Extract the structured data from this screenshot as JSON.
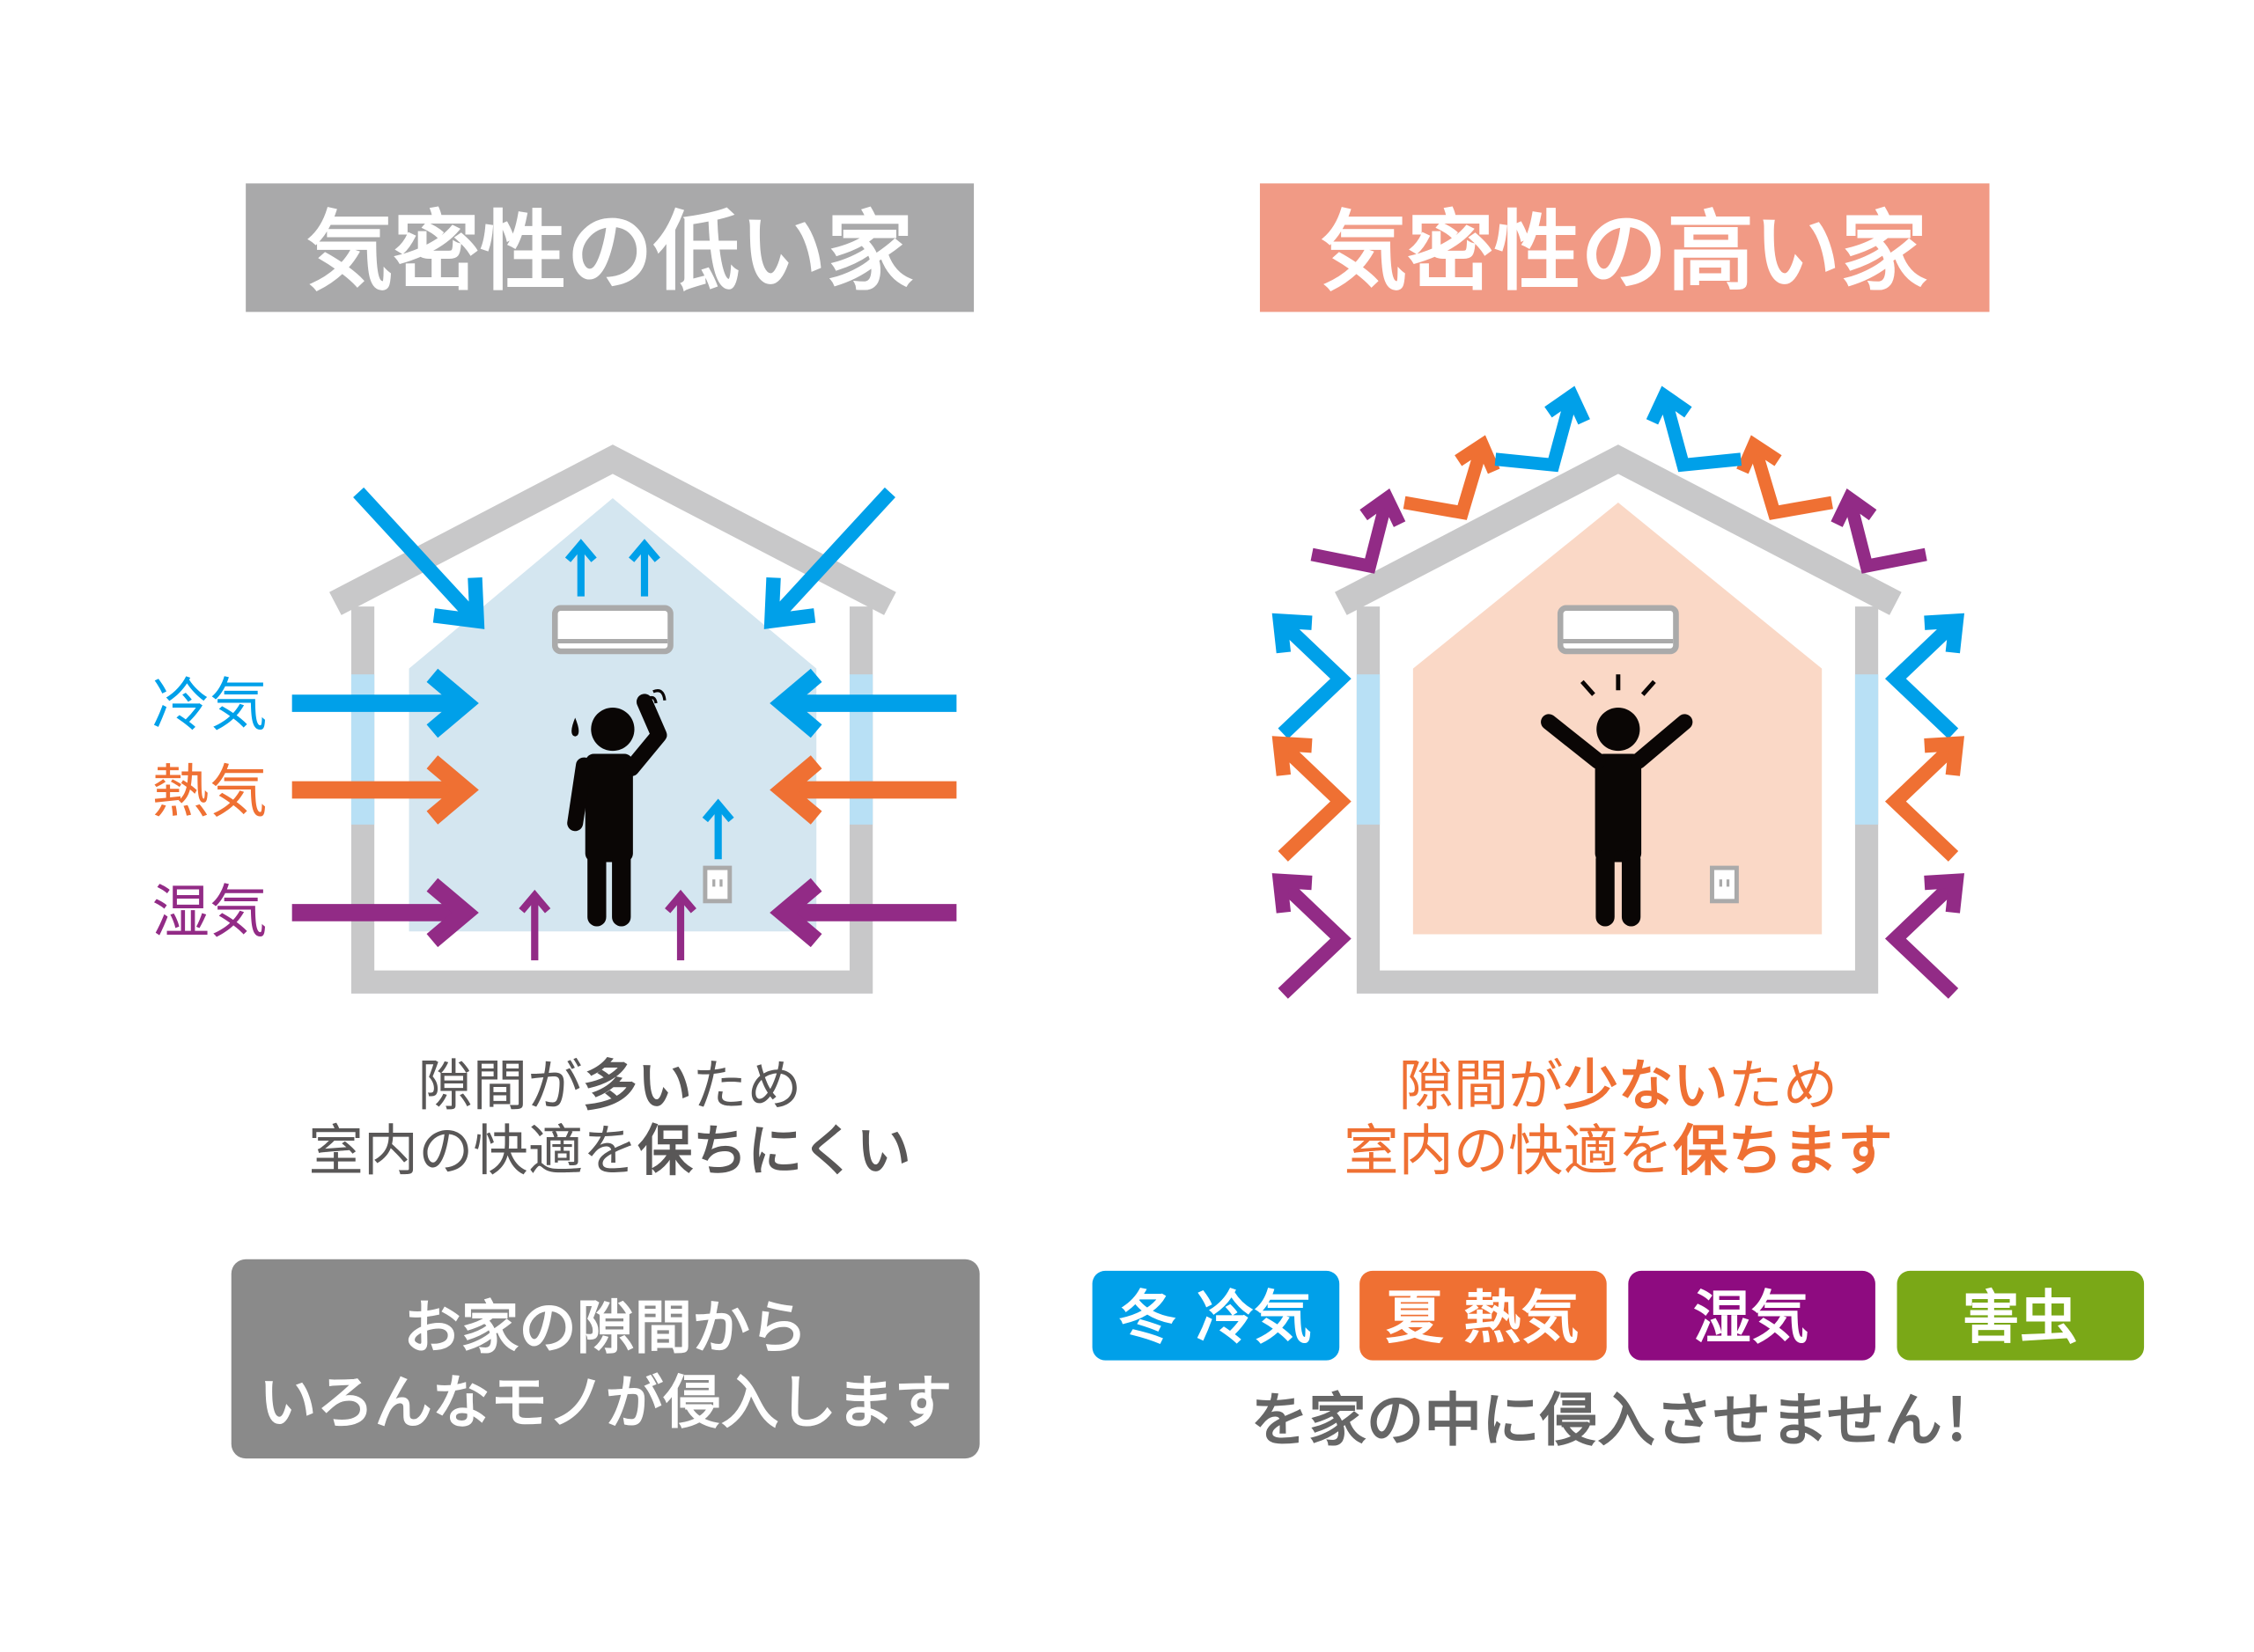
{
  "left": {
    "title": "気密性の低い家",
    "labels": {
      "cold": "冷気",
      "heat": "熱気",
      "humidity": "湿気"
    },
    "caption": {
      "line1": [
        "隙間が",
        "多い",
        "ため"
      ],
      "line2": [
        "室内の快適を",
        "保ちにくい"
      ]
    },
    "box": {
      "line1": "お家の隙間から",
      "line2": "いろんなモノが侵入します"
    }
  },
  "right": {
    "title": "気密性の高い家",
    "caption": {
      "line1": [
        "隙間が",
        "少ない",
        "ため"
      ],
      "line2": [
        "室内の快適を",
        "保ちます"
      ]
    },
    "badges": [
      {
        "label": "冬 冷気",
        "color": "#00a0e9"
      },
      {
        "label": "夏 熱気",
        "color": "#ef7033"
      },
      {
        "label": "湿気",
        "color": "#8e0b80"
      },
      {
        "label": "害虫",
        "color": "#7aa817"
      }
    ],
    "footer": "を家の中に侵入させません！"
  },
  "colors": {
    "cold": "#00a0e9",
    "heat": "#ef7033",
    "humidity": "#922b86",
    "left_title_bg": "#a9a9aa",
    "right_title_bg": "#f19a85",
    "left_box_bg": "#8a8a8a",
    "caption_gray": "#595757",
    "caption_orange": "#ef7033"
  }
}
